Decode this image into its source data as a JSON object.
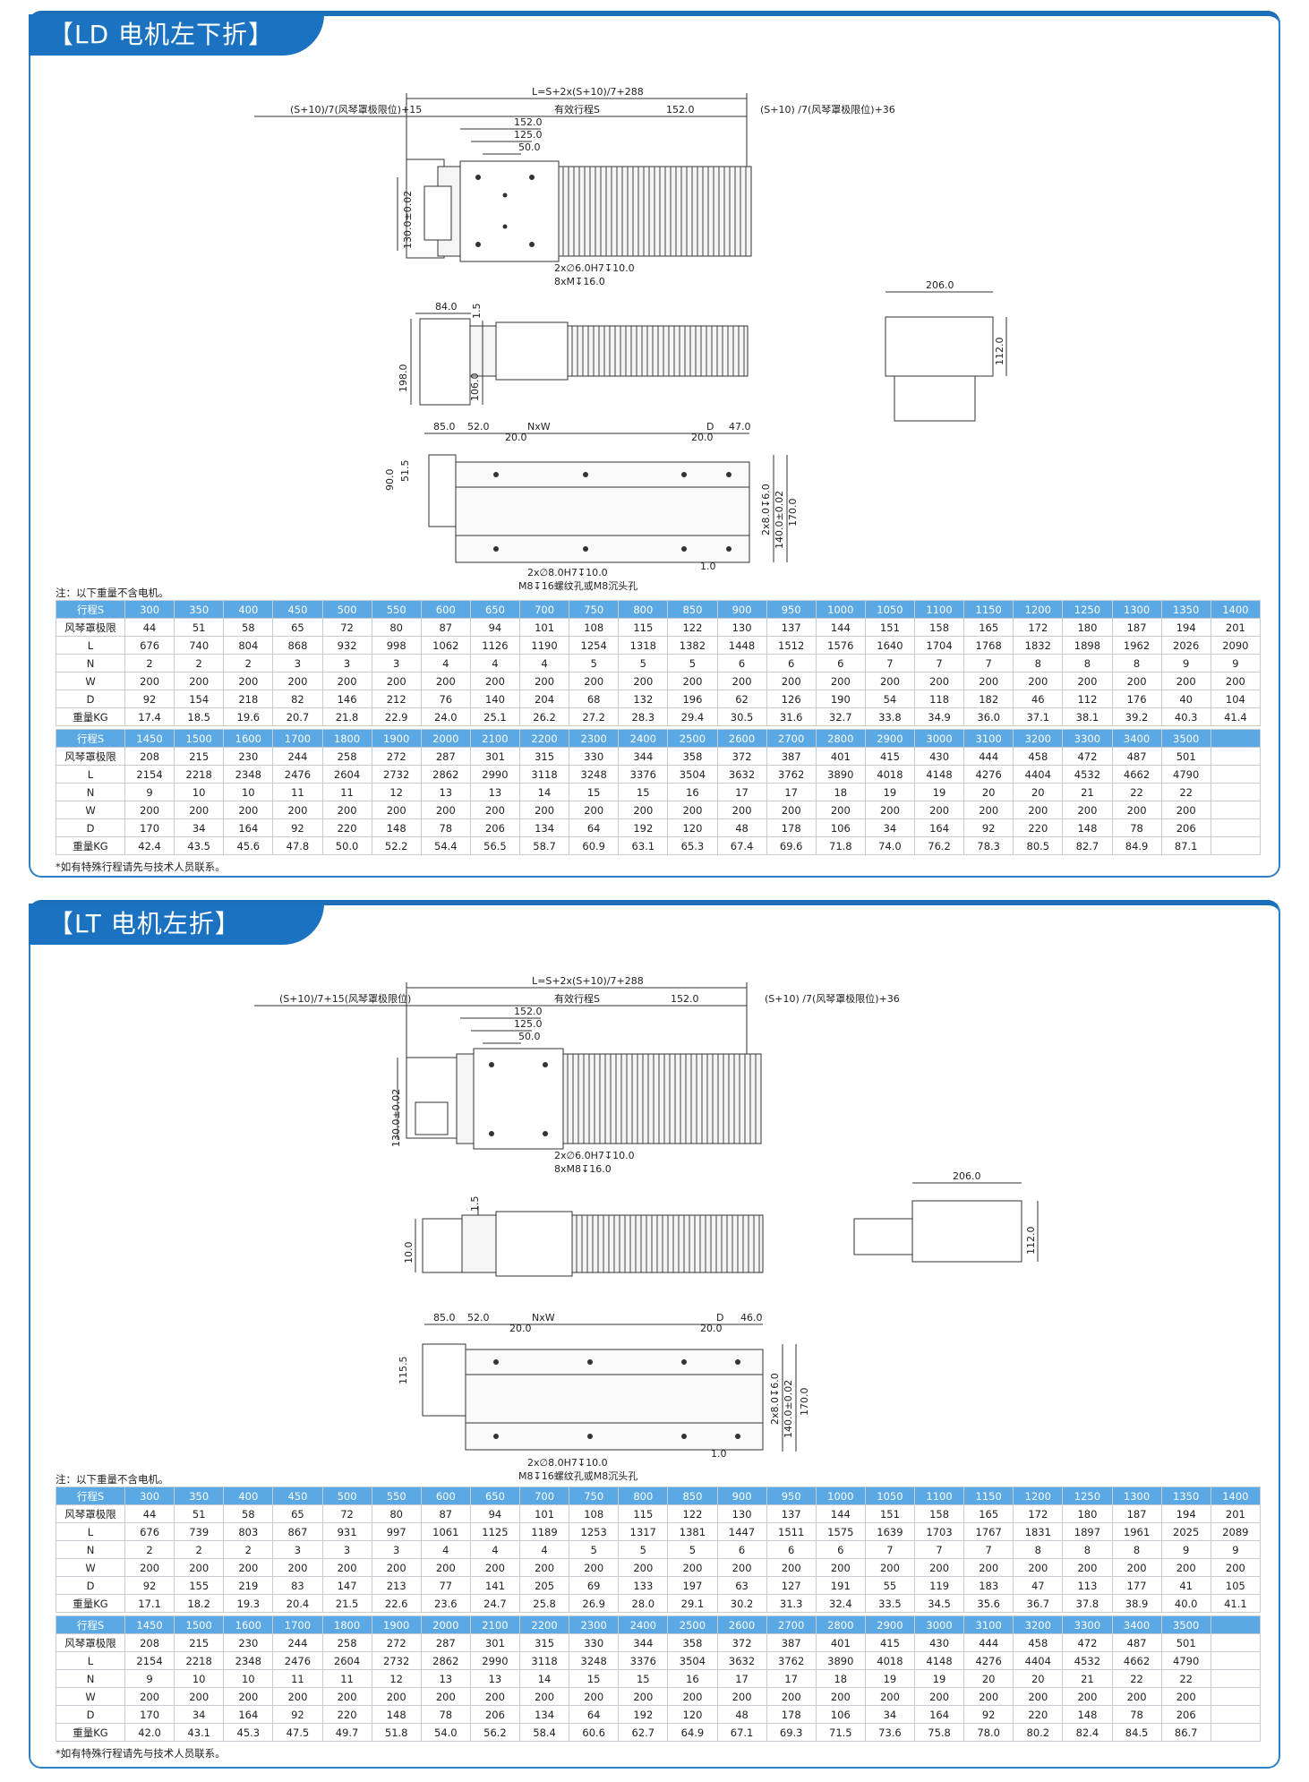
{
  "sections": [
    {
      "title": "【LD 电机左下折】",
      "drawing_labels": {
        "total_length": "L=S+2x(S+10)/7+288",
        "left_bellows": "(S+10)/7(风琴罩极限位)+15",
        "effective_stroke": "有效行程S",
        "right_dim": "152.0",
        "right_bellows": "(S+10) /7(风琴罩极限位)+36",
        "d152": "152.0",
        "d125": "125.0",
        "d50": "50.0",
        "height130": "130.0±0.02",
        "pin_holes": "2x∅6.0H7↧10.0",
        "screw_holes": "8xM↧16.0",
        "w206": "206.0",
        "h112": "112.0",
        "d84": "84.0",
        "d1_5": "1.5",
        "d198": "198.0",
        "d106": "106.0",
        "d85": "85.0",
        "d52": "52.0",
        "nxw": "NxW",
        "d20a": "20.0",
        "d_label": "D",
        "d20b": "20.0",
        "d47": "47.0",
        "d90": "90.0",
        "d51_5": "51.5",
        "d2x8": "2x8.0↧6.0",
        "d140": "140.0±0.02",
        "d170": "170.0",
        "d1_0": "1.0",
        "bottom_pins": "2x∅8.0H7↧10.0",
        "bottom_screws": "M8↧16螺纹孔或M8沉头孔"
      },
      "note_top": "注：以下重量不含电机。",
      "table1": {
        "rows": [
          [
            "行程S",
            "300",
            "350",
            "400",
            "450",
            "500",
            "550",
            "600",
            "650",
            "700",
            "750",
            "800",
            "850",
            "900",
            "950",
            "1000",
            "1050",
            "1100",
            "1150",
            "1200",
            "1250",
            "1300",
            "1350",
            "1400"
          ],
          [
            "风琴罩极限",
            "44",
            "51",
            "58",
            "65",
            "72",
            "80",
            "87",
            "94",
            "101",
            "108",
            "115",
            "122",
            "130",
            "137",
            "144",
            "151",
            "158",
            "165",
            "172",
            "180",
            "187",
            "194",
            "201"
          ],
          [
            "L",
            "676",
            "740",
            "804",
            "868",
            "932",
            "998",
            "1062",
            "1126",
            "1190",
            "1254",
            "1318",
            "1382",
            "1448",
            "1512",
            "1576",
            "1640",
            "1704",
            "1768",
            "1832",
            "1898",
            "1962",
            "2026",
            "2090"
          ],
          [
            "N",
            "2",
            "2",
            "2",
            "3",
            "3",
            "3",
            "4",
            "4",
            "4",
            "5",
            "5",
            "5",
            "6",
            "6",
            "6",
            "7",
            "7",
            "7",
            "8",
            "8",
            "8",
            "9",
            "9"
          ],
          [
            "W",
            "200",
            "200",
            "200",
            "200",
            "200",
            "200",
            "200",
            "200",
            "200",
            "200",
            "200",
            "200",
            "200",
            "200",
            "200",
            "200",
            "200",
            "200",
            "200",
            "200",
            "200",
            "200",
            "200"
          ],
          [
            "D",
            "92",
            "154",
            "218",
            "82",
            "146",
            "212",
            "76",
            "140",
            "204",
            "68",
            "132",
            "196",
            "62",
            "126",
            "190",
            "54",
            "118",
            "182",
            "46",
            "112",
            "176",
            "40",
            "104"
          ],
          [
            "重量KG",
            "17.4",
            "18.5",
            "19.6",
            "20.7",
            "21.8",
            "22.9",
            "24.0",
            "25.1",
            "26.2",
            "27.2",
            "28.3",
            "29.4",
            "30.5",
            "31.6",
            "32.7",
            "33.8",
            "34.9",
            "36.0",
            "37.1",
            "38.1",
            "39.2",
            "40.3",
            "41.4"
          ]
        ]
      },
      "table2": {
        "rows": [
          [
            "行程S",
            "1450",
            "1500",
            "1600",
            "1700",
            "1800",
            "1900",
            "2000",
            "2100",
            "2200",
            "2300",
            "2400",
            "2500",
            "2600",
            "2700",
            "2800",
            "2900",
            "3000",
            "3100",
            "3200",
            "3300",
            "3400",
            "3500",
            ""
          ],
          [
            "风琴罩极限",
            "208",
            "215",
            "230",
            "244",
            "258",
            "272",
            "287",
            "301",
            "315",
            "330",
            "344",
            "358",
            "372",
            "387",
            "401",
            "415",
            "430",
            "444",
            "458",
            "472",
            "487",
            "501",
            ""
          ],
          [
            "L",
            "2154",
            "2218",
            "2348",
            "2476",
            "2604",
            "2732",
            "2862",
            "2990",
            "3118",
            "3248",
            "3376",
            "3504",
            "3632",
            "3762",
            "3890",
            "4018",
            "4148",
            "4276",
            "4404",
            "4532",
            "4662",
            "4790",
            ""
          ],
          [
            "N",
            "9",
            "10",
            "10",
            "11",
            "11",
            "12",
            "13",
            "13",
            "14",
            "15",
            "15",
            "16",
            "17",
            "17",
            "18",
            "19",
            "19",
            "20",
            "20",
            "21",
            "22",
            "22",
            ""
          ],
          [
            "W",
            "200",
            "200",
            "200",
            "200",
            "200",
            "200",
            "200",
            "200",
            "200",
            "200",
            "200",
            "200",
            "200",
            "200",
            "200",
            "200",
            "200",
            "200",
            "200",
            "200",
            "200",
            "200",
            ""
          ],
          [
            "D",
            "170",
            "34",
            "164",
            "92",
            "220",
            "148",
            "78",
            "206",
            "134",
            "64",
            "192",
            "120",
            "48",
            "178",
            "106",
            "34",
            "164",
            "92",
            "220",
            "148",
            "78",
            "206",
            ""
          ],
          [
            "重量KG",
            "42.4",
            "43.5",
            "45.6",
            "47.8",
            "50.0",
            "52.2",
            "54.4",
            "56.5",
            "58.7",
            "60.9",
            "63.1",
            "65.3",
            "67.4",
            "69.6",
            "71.8",
            "74.0",
            "76.2",
            "78.3",
            "80.5",
            "82.7",
            "84.9",
            "87.1",
            ""
          ]
        ]
      },
      "note_bottom": "*如有特殊行程请先与技术人员联系。"
    },
    {
      "title": "【LT 电机左折】",
      "drawing_labels": {
        "total_length": "L=S+2x(S+10)/7+288",
        "left_bellows": "(S+10)/7+15(风琴罩极限位)",
        "effective_stroke": "有效行程S",
        "right_dim": "152.0",
        "right_bellows": "(S+10) /7(风琴罩极限位)+36",
        "d152": "152.0",
        "d125": "125.0",
        "d50": "50.0",
        "height130": "130.0±0.02",
        "pin_holes": "2x∅6.0H7↧10.0",
        "screw_holes": "8xM8↧16.0",
        "w206": "206.0",
        "h112": "112.0",
        "d1_5": "1.5",
        "d10": "10.0",
        "d85": "85.0",
        "d52": "52.0",
        "nxw": "NxW",
        "d20a": "20.0",
        "d_label": "D",
        "d20b": "20.0",
        "d46": "46.0",
        "d115_5": "115.5",
        "d2x8": "2x8.0↧6.0",
        "d140": "140.0±0.02",
        "d170": "170.0",
        "d1_0": "1.0",
        "bottom_pins": "2x∅8.0H7↧10.0",
        "bottom_screws": "M8↧16螺纹孔或M8沉头孔"
      },
      "note_top": "注：以下重量不含电机。",
      "table1": {
        "rows": [
          [
            "行程S",
            "300",
            "350",
            "400",
            "450",
            "500",
            "550",
            "600",
            "650",
            "700",
            "750",
            "800",
            "850",
            "900",
            "950",
            "1000",
            "1050",
            "1100",
            "1150",
            "1200",
            "1250",
            "1300",
            "1350",
            "1400"
          ],
          [
            "风琴罩极限",
            "44",
            "51",
            "58",
            "65",
            "72",
            "80",
            "87",
            "94",
            "101",
            "108",
            "115",
            "122",
            "130",
            "137",
            "144",
            "151",
            "158",
            "165",
            "172",
            "180",
            "187",
            "194",
            "201"
          ],
          [
            "L",
            "676",
            "739",
            "803",
            "867",
            "931",
            "997",
            "1061",
            "1125",
            "1189",
            "1253",
            "1317",
            "1381",
            "1447",
            "1511",
            "1575",
            "1639",
            "1703",
            "1767",
            "1831",
            "1897",
            "1961",
            "2025",
            "2089"
          ],
          [
            "N",
            "2",
            "2",
            "2",
            "3",
            "3",
            "3",
            "4",
            "4",
            "4",
            "5",
            "5",
            "5",
            "6",
            "6",
            "6",
            "7",
            "7",
            "7",
            "8",
            "8",
            "8",
            "9",
            "9"
          ],
          [
            "W",
            "200",
            "200",
            "200",
            "200",
            "200",
            "200",
            "200",
            "200",
            "200",
            "200",
            "200",
            "200",
            "200",
            "200",
            "200",
            "200",
            "200",
            "200",
            "200",
            "200",
            "200",
            "200",
            "200"
          ],
          [
            "D",
            "92",
            "155",
            "219",
            "83",
            "147",
            "213",
            "77",
            "141",
            "205",
            "69",
            "133",
            "197",
            "63",
            "127",
            "191",
            "55",
            "119",
            "183",
            "47",
            "113",
            "177",
            "41",
            "105"
          ],
          [
            "重量KG",
            "17.1",
            "18.2",
            "19.3",
            "20.4",
            "21.5",
            "22.6",
            "23.6",
            "24.7",
            "25.8",
            "26.9",
            "28.0",
            "29.1",
            "30.2",
            "31.3",
            "32.4",
            "33.5",
            "34.5",
            "35.6",
            "36.7",
            "37.8",
            "38.9",
            "40.0",
            "41.1"
          ]
        ]
      },
      "table2": {
        "rows": [
          [
            "行程S",
            "1450",
            "1500",
            "1600",
            "1700",
            "1800",
            "1900",
            "2000",
            "2100",
            "2200",
            "2300",
            "2400",
            "2500",
            "2600",
            "2700",
            "2800",
            "2900",
            "3000",
            "3100",
            "3200",
            "3300",
            "3400",
            "3500",
            ""
          ],
          [
            "风琴罩极限",
            "208",
            "215",
            "230",
            "244",
            "258",
            "272",
            "287",
            "301",
            "315",
            "330",
            "344",
            "358",
            "372",
            "387",
            "401",
            "415",
            "430",
            "444",
            "458",
            "472",
            "487",
            "501",
            ""
          ],
          [
            "L",
            "2154",
            "2218",
            "2348",
            "2476",
            "2604",
            "2732",
            "2862",
            "2990",
            "3118",
            "3248",
            "3376",
            "3504",
            "3632",
            "3762",
            "3890",
            "4018",
            "4148",
            "4276",
            "4404",
            "4532",
            "4662",
            "4790",
            ""
          ],
          [
            "N",
            "9",
            "10",
            "10",
            "11",
            "11",
            "12",
            "13",
            "13",
            "14",
            "15",
            "15",
            "16",
            "17",
            "17",
            "18",
            "19",
            "19",
            "20",
            "20",
            "21",
            "22",
            "22",
            ""
          ],
          [
            "W",
            "200",
            "200",
            "200",
            "200",
            "200",
            "200",
            "200",
            "200",
            "200",
            "200",
            "200",
            "200",
            "200",
            "200",
            "200",
            "200",
            "200",
            "200",
            "200",
            "200",
            "200",
            "200",
            ""
          ],
          [
            "D",
            "170",
            "34",
            "164",
            "92",
            "220",
            "148",
            "78",
            "206",
            "134",
            "64",
            "192",
            "120",
            "48",
            "178",
            "106",
            "34",
            "164",
            "92",
            "220",
            "148",
            "78",
            "206",
            ""
          ],
          [
            "重量KG",
            "42.0",
            "43.1",
            "45.3",
            "47.5",
            "49.7",
            "51.8",
            "54.0",
            "56.2",
            "58.4",
            "60.6",
            "62.7",
            "64.9",
            "67.1",
            "69.3",
            "71.5",
            "73.6",
            "75.8",
            "78.0",
            "80.2",
            "82.4",
            "84.5",
            "86.7",
            ""
          ]
        ]
      },
      "note_bottom": "*如有特殊行程请先与技术人员联系。"
    }
  ],
  "colors": {
    "accent": "#1b72c0",
    "header_row": "#5aa8e4",
    "border": "#2e7fc4"
  }
}
